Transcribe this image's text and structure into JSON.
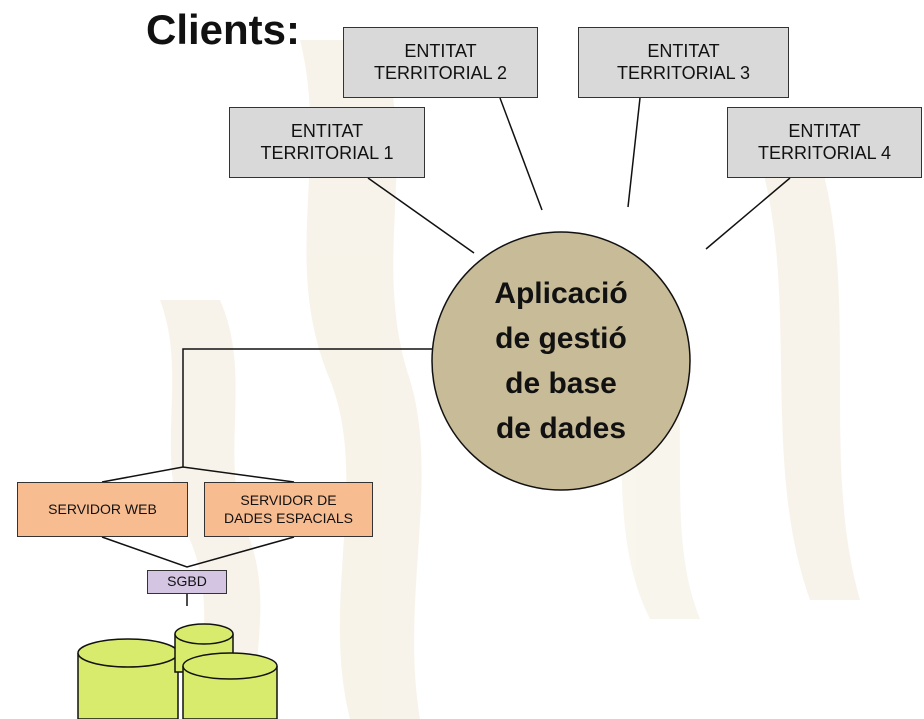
{
  "title": "Clients:",
  "clients": [
    {
      "label": "ENTITAT\nTERRITORIAL 2"
    },
    {
      "label": "ENTITAT\nTERRITORIAL 3"
    },
    {
      "label": "ENTITAT\nTERRITORIAL 1"
    },
    {
      "label": "ENTITAT\nTERRITORIAL 4"
    }
  ],
  "application": {
    "label": "Aplicació\nde gestió\nde base\nde dades"
  },
  "servers": [
    {
      "label": "SERVIDOR WEB"
    },
    {
      "label": "SERVIDOR DE\nDADES ESPACIALS"
    }
  ],
  "dbms": {
    "label": "SGBD"
  },
  "colors": {
    "client_fill": "#d9d9d9",
    "app_fill": "#c8bb98",
    "server_fill": "#f8bc91",
    "dbms_fill": "#d4c6e2",
    "database_fill": "#d9eb6c",
    "background_pattern": "#f2ead8"
  },
  "icons": {
    "database": "database-cylinder-icon"
  }
}
